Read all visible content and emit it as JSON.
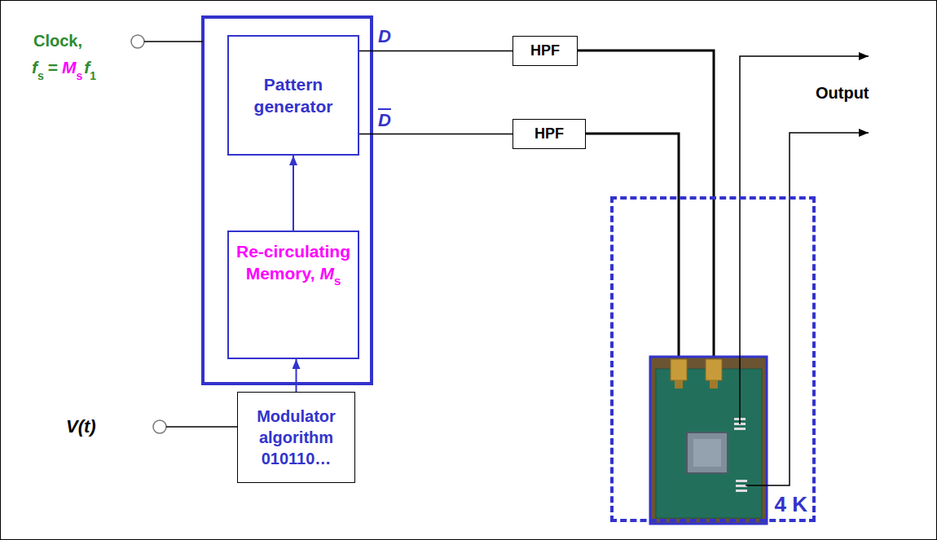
{
  "diagram": {
    "nodes": [
      {
        "text": [
          "Pattern generator"
        ]
      },
      {
        "text": [
          "HPF"
        ]
      },
      {
        "text": [
          "HPF"
        ]
      },
      {
        "text": [
          "Re-circulating Memory,",
          "M",
          "s"
        ]
      },
      {
        "text": [
          "Modulator algorithm 010110…"
        ]
      },
      {
        "text": [
          "4 K"
        ]
      }
    ],
    "edges": [
      {
        "from": 3,
        "to": 0,
        "arrow": "to"
      },
      {
        "from": 4,
        "to": 3,
        "arrow": "to"
      },
      {
        "from": 0,
        "to": 1,
        "arrow": "none"
      },
      {
        "from": 0,
        "to": 2,
        "arrow": "none"
      }
    ],
    "labels": [
      "Clock,",
      "f",
      "s",
      "=",
      "M",
      "s",
      "f",
      "1",
      "D",
      "D",
      "Output",
      "V(t)"
    ]
  }
}
